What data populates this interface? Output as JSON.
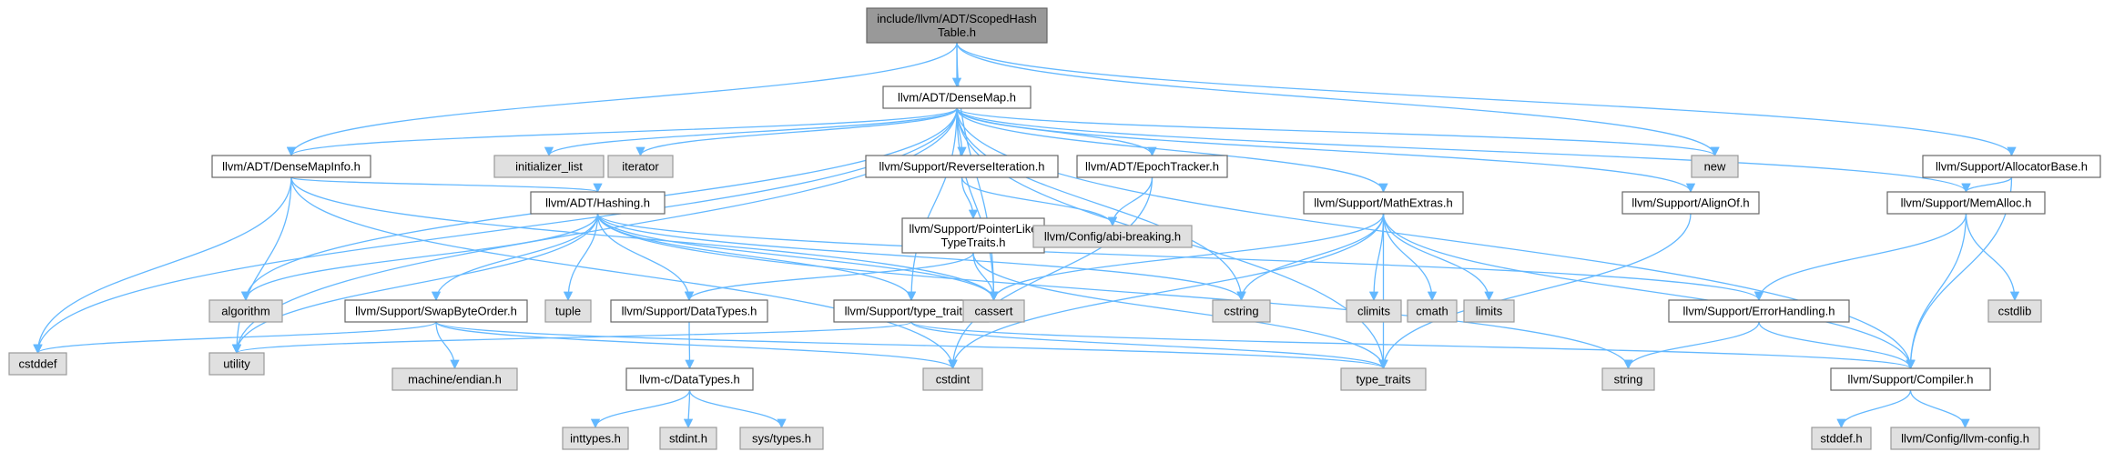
{
  "graph": {
    "colors": {
      "edge": "#63b8ff",
      "root_fill": "#999999",
      "node_fill": "#ffffff",
      "node_border": "#666666",
      "external_fill": "#e0e0e0",
      "external_border": "#999999"
    },
    "nodes": [
      {
        "id": "root",
        "label": [
          "include/llvm/ADT/ScopedHash",
          "Table.h"
        ],
        "kind": "root"
      },
      {
        "id": "densemap",
        "label": [
          "llvm/ADT/DenseMap.h"
        ],
        "kind": "file"
      },
      {
        "id": "densemapinfo",
        "label": [
          "llvm/ADT/DenseMapInfo.h"
        ],
        "kind": "file"
      },
      {
        "id": "initlist",
        "label": [
          "initializer_list"
        ],
        "kind": "external"
      },
      {
        "id": "iterator",
        "label": [
          "iterator"
        ],
        "kind": "external"
      },
      {
        "id": "reverseiter",
        "label": [
          "llvm/Support/ReverseIteration.h"
        ],
        "kind": "file"
      },
      {
        "id": "epoch",
        "label": [
          "llvm/ADT/EpochTracker.h"
        ],
        "kind": "file"
      },
      {
        "id": "new",
        "label": [
          "new"
        ],
        "kind": "external"
      },
      {
        "id": "allocbase",
        "label": [
          "llvm/Support/AllocatorBase.h"
        ],
        "kind": "file"
      },
      {
        "id": "hashing",
        "label": [
          "llvm/ADT/Hashing.h"
        ],
        "kind": "file"
      },
      {
        "id": "ptrtraits",
        "label": [
          "llvm/Support/PointerLike",
          "TypeTraits.h"
        ],
        "kind": "file"
      },
      {
        "id": "abibreak",
        "label": [
          "llvm/Config/abi-breaking.h"
        ],
        "kind": "external"
      },
      {
        "id": "mathextras",
        "label": [
          "llvm/Support/MathExtras.h"
        ],
        "kind": "file"
      },
      {
        "id": "alignof",
        "label": [
          "llvm/Support/AlignOf.h"
        ],
        "kind": "file"
      },
      {
        "id": "memalloc",
        "label": [
          "llvm/Support/MemAlloc.h"
        ],
        "kind": "file"
      },
      {
        "id": "algorithm",
        "label": [
          "algorithm"
        ],
        "kind": "external"
      },
      {
        "id": "swapbyte",
        "label": [
          "llvm/Support/SwapByteOrder.h"
        ],
        "kind": "file"
      },
      {
        "id": "tuple",
        "label": [
          "tuple"
        ],
        "kind": "external"
      },
      {
        "id": "datatypes",
        "label": [
          "llvm/Support/DataTypes.h"
        ],
        "kind": "file"
      },
      {
        "id": "typetraitsh",
        "label": [
          "llvm/Support/type_traits.h"
        ],
        "kind": "file"
      },
      {
        "id": "cassert",
        "label": [
          "cassert"
        ],
        "kind": "external"
      },
      {
        "id": "cstring",
        "label": [
          "cstring"
        ],
        "kind": "external"
      },
      {
        "id": "climits",
        "label": [
          "climits"
        ],
        "kind": "external"
      },
      {
        "id": "cmath",
        "label": [
          "cmath"
        ],
        "kind": "external"
      },
      {
        "id": "limits",
        "label": [
          "limits"
        ],
        "kind": "external"
      },
      {
        "id": "errorhandling",
        "label": [
          "llvm/Support/ErrorHandling.h"
        ],
        "kind": "file"
      },
      {
        "id": "cstdlib",
        "label": [
          "cstdlib"
        ],
        "kind": "external"
      },
      {
        "id": "cstddef",
        "label": [
          "cstddef"
        ],
        "kind": "external"
      },
      {
        "id": "utility",
        "label": [
          "utility"
        ],
        "kind": "external"
      },
      {
        "id": "endian",
        "label": [
          "machine/endian.h"
        ],
        "kind": "external"
      },
      {
        "id": "cdatatypes",
        "label": [
          "llvm-c/DataTypes.h"
        ],
        "kind": "file"
      },
      {
        "id": "cstdint",
        "label": [
          "cstdint"
        ],
        "kind": "external"
      },
      {
        "id": "type_traits",
        "label": [
          "type_traits"
        ],
        "kind": "external"
      },
      {
        "id": "string",
        "label": [
          "string"
        ],
        "kind": "external"
      },
      {
        "id": "compiler",
        "label": [
          "llvm/Support/Compiler.h"
        ],
        "kind": "file"
      },
      {
        "id": "inttypes",
        "label": [
          "inttypes.h"
        ],
        "kind": "external"
      },
      {
        "id": "stdint",
        "label": [
          "stdint.h"
        ],
        "kind": "external"
      },
      {
        "id": "systypes",
        "label": [
          "sys/types.h"
        ],
        "kind": "external"
      },
      {
        "id": "stddef",
        "label": [
          "stddef.h"
        ],
        "kind": "external"
      },
      {
        "id": "llvmconfig",
        "label": [
          "llvm/Config/llvm-config.h"
        ],
        "kind": "external"
      }
    ],
    "edges": [
      [
        "root",
        "densemap"
      ],
      [
        "root",
        "densemapinfo"
      ],
      [
        "root",
        "cassert"
      ],
      [
        "root",
        "new"
      ],
      [
        "root",
        "allocbase"
      ],
      [
        "densemap",
        "densemapinfo"
      ],
      [
        "densemap",
        "initlist"
      ],
      [
        "densemap",
        "iterator"
      ],
      [
        "densemap",
        "reverseiter"
      ],
      [
        "densemap",
        "epoch"
      ],
      [
        "densemap",
        "new"
      ],
      [
        "densemap",
        "mathextras"
      ],
      [
        "densemap",
        "alignof"
      ],
      [
        "densemap",
        "memalloc"
      ],
      [
        "densemap",
        "algorithm"
      ],
      [
        "densemap",
        "typetraitsh"
      ],
      [
        "densemap",
        "cassert"
      ],
      [
        "densemap",
        "cstring"
      ],
      [
        "densemap",
        "cstddef"
      ],
      [
        "densemap",
        "utility"
      ],
      [
        "densemap",
        "type_traits"
      ],
      [
        "densemap",
        "compiler"
      ],
      [
        "densemapinfo",
        "hashing"
      ],
      [
        "densemapinfo",
        "cassert"
      ],
      [
        "densemapinfo",
        "cstddef"
      ],
      [
        "densemapinfo",
        "cstdint"
      ],
      [
        "densemapinfo",
        "utility"
      ],
      [
        "hashing",
        "algorithm"
      ],
      [
        "hashing",
        "swapbyte"
      ],
      [
        "hashing",
        "tuple"
      ],
      [
        "hashing",
        "datatypes"
      ],
      [
        "hashing",
        "typetraitsh"
      ],
      [
        "hashing",
        "cassert"
      ],
      [
        "hashing",
        "cstring"
      ],
      [
        "hashing",
        "errorhandling"
      ],
      [
        "hashing",
        "string"
      ],
      [
        "hashing",
        "utility"
      ],
      [
        "reverseiter",
        "ptrtraits"
      ],
      [
        "reverseiter",
        "abibreak"
      ],
      [
        "epoch",
        "abibreak"
      ],
      [
        "epoch",
        "cstdint"
      ],
      [
        "ptrtraits",
        "datatypes"
      ],
      [
        "ptrtraits",
        "cassert"
      ],
      [
        "ptrtraits",
        "type_traits"
      ],
      [
        "mathextras",
        "cassert"
      ],
      [
        "mathextras",
        "cstring"
      ],
      [
        "mathextras",
        "climits"
      ],
      [
        "mathextras",
        "cmath"
      ],
      [
        "mathextras",
        "limits"
      ],
      [
        "mathextras",
        "cstdint"
      ],
      [
        "mathextras",
        "type_traits"
      ],
      [
        "mathextras",
        "compiler"
      ],
      [
        "alignof",
        "type_traits"
      ],
      [
        "allocbase",
        "memalloc"
      ],
      [
        "allocbase",
        "compiler"
      ],
      [
        "memalloc",
        "errorhandling"
      ],
      [
        "memalloc",
        "cstdlib"
      ],
      [
        "memalloc",
        "compiler"
      ],
      [
        "swapbyte",
        "cstddef"
      ],
      [
        "swapbyte",
        "endian"
      ],
      [
        "swapbyte",
        "cstdint"
      ],
      [
        "swapbyte",
        "type_traits"
      ],
      [
        "datatypes",
        "cdatatypes"
      ],
      [
        "typetraitsh",
        "utility"
      ],
      [
        "typetraitsh",
        "type_traits"
      ],
      [
        "typetraitsh",
        "compiler"
      ],
      [
        "errorhandling",
        "compiler"
      ],
      [
        "errorhandling",
        "string"
      ],
      [
        "cdatatypes",
        "inttypes"
      ],
      [
        "cdatatypes",
        "stdint"
      ],
      [
        "cdatatypes",
        "systypes"
      ],
      [
        "compiler",
        "stddef"
      ],
      [
        "compiler",
        "llvmconfig"
      ]
    ]
  }
}
